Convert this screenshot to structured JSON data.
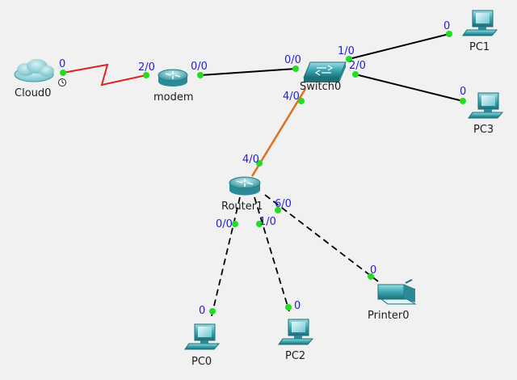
{
  "colors": {
    "background": "#f1f1f1",
    "ethernet": "#000000",
    "serial": "#e02020",
    "fiber": "#e07020",
    "dashed": "#000000",
    "port_dot": "#22dd22",
    "port_label": "#1f1fd8",
    "device_body": "#3aa8b3"
  },
  "devices": [
    {
      "id": "cloud0",
      "label": "Cloud0",
      "icon": "cloud-icon"
    },
    {
      "id": "modem",
      "label": "modem",
      "icon": "router-icon"
    },
    {
      "id": "switch0",
      "label": "Switch0",
      "icon": "switch-icon"
    },
    {
      "id": "router1",
      "label": "Router1",
      "icon": "router-icon"
    },
    {
      "id": "pc1",
      "label": "PC1",
      "icon": "pc-icon"
    },
    {
      "id": "pc3",
      "label": "PC3",
      "icon": "pc-icon"
    },
    {
      "id": "pc0",
      "label": "PC0",
      "icon": "pc-icon"
    },
    {
      "id": "pc2",
      "label": "PC2",
      "icon": "pc-icon"
    },
    {
      "id": "printer0",
      "label": "Printer0",
      "icon": "printer-icon"
    }
  ],
  "links": [
    {
      "id": "cloud0-modem",
      "type": "serial",
      "ports": [
        "0",
        "2/0"
      ]
    },
    {
      "id": "modem-switch0",
      "type": "ethernet",
      "ports": [
        "0/0",
        "0/0"
      ]
    },
    {
      "id": "switch0-pc1",
      "type": "ethernet",
      "ports": [
        "1/0",
        "0"
      ]
    },
    {
      "id": "switch0-pc3",
      "type": "ethernet",
      "ports": [
        "2/0",
        "0"
      ]
    },
    {
      "id": "switch0-router1",
      "type": "fiber",
      "ports": [
        "4/0",
        "4/0"
      ]
    },
    {
      "id": "router1-pc0",
      "type": "dashed",
      "ports": [
        "0/0",
        "0"
      ]
    },
    {
      "id": "router1-pc2",
      "type": "dashed",
      "ports": [
        "1/0",
        "0"
      ]
    },
    {
      "id": "router1-printer0",
      "type": "dashed",
      "ports": [
        "6/0",
        "0"
      ]
    }
  ]
}
